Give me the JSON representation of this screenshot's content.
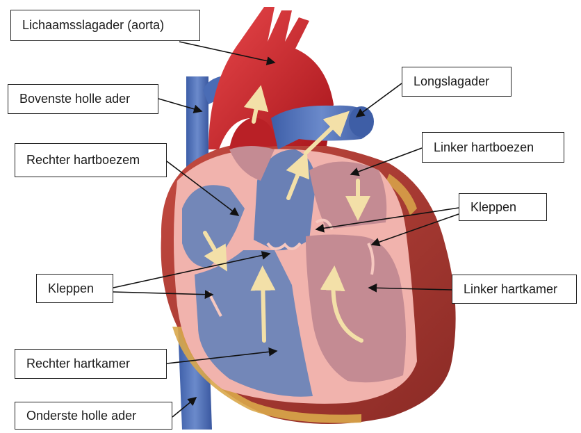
{
  "labels": {
    "aorta": "Lichaamsslagader (aorta)",
    "superior_vena_cava": "Bovenste holle ader",
    "pulmonary_artery": "Longslagader",
    "right_atrium": "Rechter hartboezem",
    "left_atrium": "Linker hartboezen",
    "valves_right": "Kleppen",
    "valves_left": "Kleppen",
    "left_ventricle": "Linker hartkamer",
    "right_ventricle": "Rechter hartkamer",
    "inferior_vena_cava": "Onderste holle ader"
  },
  "colors": {
    "oxygenated_red": "#d42a2f",
    "deoxygenated_blue": "#5a79b5",
    "chamber_blue": "#7387b8",
    "chamber_pink": "#c48b93",
    "muscle_pink": "#f1b3ad",
    "heart_wall": "#a93a32",
    "fat_yellow": "#d9a74a",
    "flow_arrow": "#f3e0a8"
  }
}
